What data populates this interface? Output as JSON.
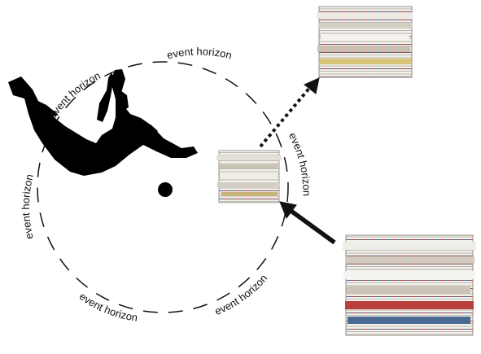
{
  "diagram": {
    "horizon_labels": [
      "event horizon",
      "event horizon",
      "event horizon",
      "event horizon",
      "event horizon",
      "event horizon"
    ],
    "colors": {
      "boundary": "#111111",
      "figure": "#000000",
      "paper_light": "#f2f1ec",
      "paper_mid": "#d9d6cf",
      "paper_accent_red": "#b8403d",
      "paper_accent_blue": "#4b6a91",
      "paper_accent_yellow": "#d8c47a"
    }
  }
}
